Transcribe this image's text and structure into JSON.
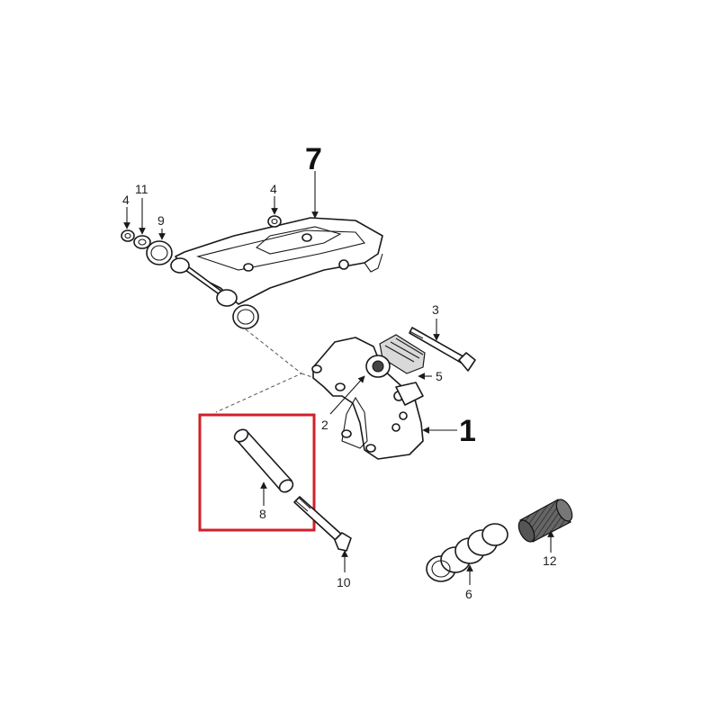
{
  "labels": {
    "l7": "7",
    "l1": "1",
    "l4a": "4",
    "l11": "11",
    "l9": "9",
    "l4b": "4",
    "l3": "3",
    "l5": "5",
    "l2": "2",
    "l8": "8",
    "l10": "10",
    "l6": "6",
    "l12": "12"
  },
  "colors": {
    "highlight": "#d0202a",
    "line": "#1a1a1a"
  }
}
